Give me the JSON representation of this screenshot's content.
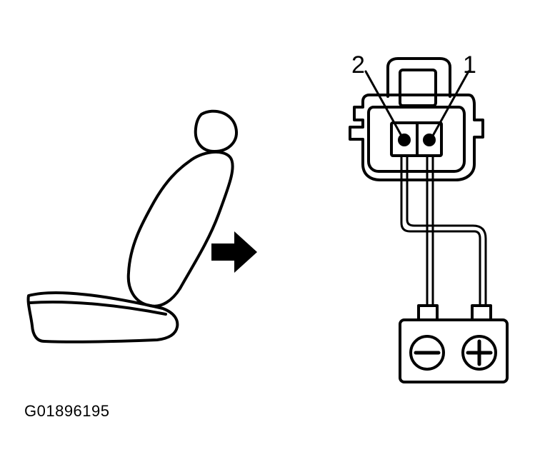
{
  "diagram": {
    "pin_labels": {
      "pin_2": "2",
      "pin_1": "1"
    },
    "figure_code": "G01896195",
    "colors": {
      "ink": "#000000",
      "background": "#ffffff"
    },
    "icons": {
      "seat": "seat-icon",
      "arrow": "arrow-right-icon",
      "connector": "connector-icon",
      "battery": "battery-icon",
      "negative_terminal": "minus-icon",
      "positive_terminal": "plus-icon"
    }
  }
}
